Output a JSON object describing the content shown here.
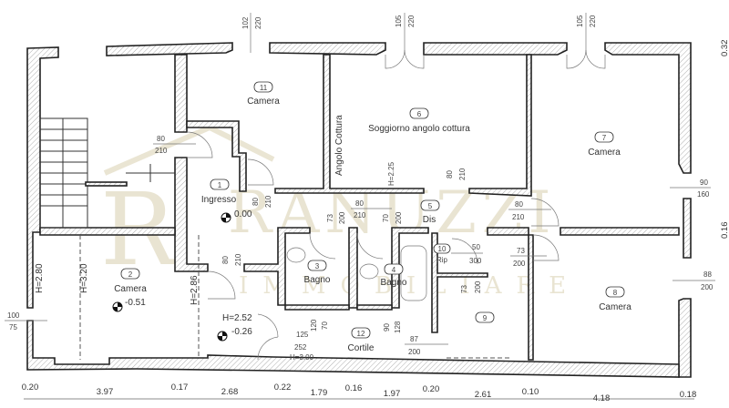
{
  "watermark": {
    "brand": "RANUZZI",
    "sub": "IMMOBILIARE",
    "color": "#d8cfae"
  },
  "rooms": [
    {
      "num": "1",
      "name": "Ingresso",
      "level": "0.00"
    },
    {
      "num": "2",
      "name": "Camera",
      "level": "-0.51"
    },
    {
      "num": "3",
      "name": "Bagno"
    },
    {
      "num": "4",
      "name": "Bagno"
    },
    {
      "num": "5",
      "name": "Dis"
    },
    {
      "num": "6",
      "name": "Soggiorno angolo cottura"
    },
    {
      "num": "7",
      "name": "Camera"
    },
    {
      "num": "8",
      "name": "Camera"
    },
    {
      "num": "9",
      "name": ""
    },
    {
      "num": "10",
      "name": "Rip"
    },
    {
      "num": "11",
      "name": "Camera"
    },
    {
      "num": "12",
      "name": "Cortile"
    }
  ],
  "labels": {
    "angolo_cottura": "Angolo Cottura",
    "h225": "H=2.25",
    "h280": "H=2.80",
    "h320": "H=3.20",
    "h286": "H=2.86",
    "h252": "H=2.52",
    "level_026": "-0.26",
    "h300": "H=3.00"
  },
  "openings": {
    "top1": [
      "102",
      "220"
    ],
    "top2": [
      "105",
      "220"
    ],
    "top3": [
      "105",
      "220"
    ],
    "stair_door": [
      "80",
      "210"
    ],
    "ingresso_door": [
      "80",
      "210"
    ],
    "soggiorno_door": [
      "80",
      "210"
    ],
    "cam7_window": [
      "90",
      "160"
    ],
    "dis_door": [
      "80",
      "210"
    ],
    "bagno3_door": [
      "73",
      "200"
    ],
    "bagno4_door": [
      "70",
      "200"
    ],
    "cam7_door": [
      "80",
      "210"
    ],
    "rip_door": [
      "50",
      "300"
    ],
    "cam8_door": [
      "73",
      "200"
    ],
    "cam8_window": [
      "88",
      "200"
    ],
    "room9_door": [
      "73",
      "200"
    ],
    "cam2_window": [
      "100",
      "75"
    ],
    "ingresso_low_door": [
      "80",
      "210"
    ],
    "cortile_a": [
      "125",
      "252"
    ],
    "cortile_b": [
      "120",
      "70"
    ],
    "cortile_c": [
      "90",
      "128"
    ],
    "cortile_d": [
      "87",
      "200"
    ]
  },
  "bottom_dims": [
    "0.20",
    "3.97",
    "0.17",
    "2.68",
    "0.22",
    "1.79",
    "0.16",
    "1.97",
    "0.20",
    "2.61",
    "0.10",
    "4.18",
    "0.18"
  ],
  "right_dims": [
    "0.32",
    "0.16"
  ]
}
